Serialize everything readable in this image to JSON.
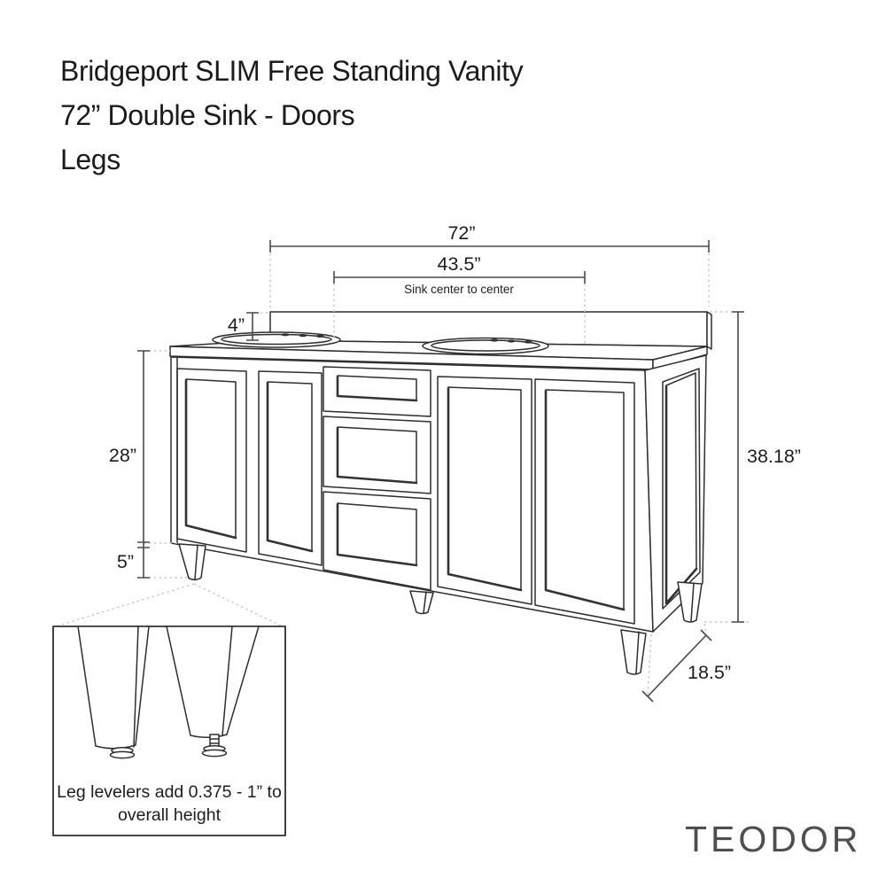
{
  "title": {
    "line1": "Bridgeport SLIM Free Standing Vanity",
    "line2": "72” Double Sink - Doors",
    "line3": "Legs"
  },
  "dimensions": {
    "overall_width": "72”",
    "sink_spacing": "43.5”",
    "sink_spacing_note": "Sink center to center",
    "backsplash_height": "4”",
    "cabinet_height": "28”",
    "leg_height": "5”",
    "overall_height": "38.18”",
    "depth": "18.5”"
  },
  "inset": {
    "note_line1": "Leg levelers add 0.375 - 1” to",
    "note_line2": "overall height"
  },
  "brand": "TEODOR",
  "colors": {
    "line": "#2e2e2e",
    "dimension": "#4a4a4a",
    "dotted": "#c7c7c7",
    "text": "#1d1d1d",
    "brand": "#4f4f4f",
    "background": "#ffffff"
  }
}
